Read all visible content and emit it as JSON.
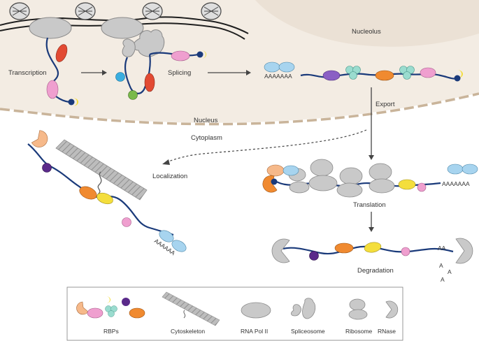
{
  "labels": {
    "nucleolus": "Nucleolus",
    "nucleus": "Nucleus",
    "cytoplasm": "Cytoplasm",
    "transcription": "Transcription",
    "splicing": "Splicing",
    "export": "Export",
    "localization": "Localization",
    "translation": "Translation",
    "degradation": "Degradation",
    "polya_nucleus": "AAAAAAA",
    "polya_translation": "AAAAAAA",
    "polya_localized": "AAAAAA",
    "polya_degradation": "AA",
    "a1": "A",
    "a2": "A",
    "a3": "A"
  },
  "legend": {
    "rbps": "RBPs",
    "cytoskeleton": "Cytoskeleton",
    "rna_pol": "RNA Pol II",
    "spliceosome": "Spliceosome",
    "ribosome": "Ribosome",
    "rnase": "RNase"
  },
  "colors": {
    "rna": "#1a3a7a",
    "rbp_red": "#e24a33",
    "rbp_pink": "#ef9fcf",
    "rbp_orange": "#f08a30",
    "rbp_yellow": "#f4de3c",
    "rbp_purple": "#8a5fc4",
    "rbp_teal": "#9adccf",
    "rbp_blue": "#a7d4ef",
    "rbp_peach": "#f6b98a",
    "rbp_green": "#79b94a",
    "rbp_cyan": "#3aaee0",
    "dark_purple": "#5a2a8a",
    "machinery_grey": "#c9c9c9",
    "nucleus_fill": "#f3ece3",
    "nucleolus_fill": "#ebe1d5",
    "membrane": "#c9b49a"
  }
}
